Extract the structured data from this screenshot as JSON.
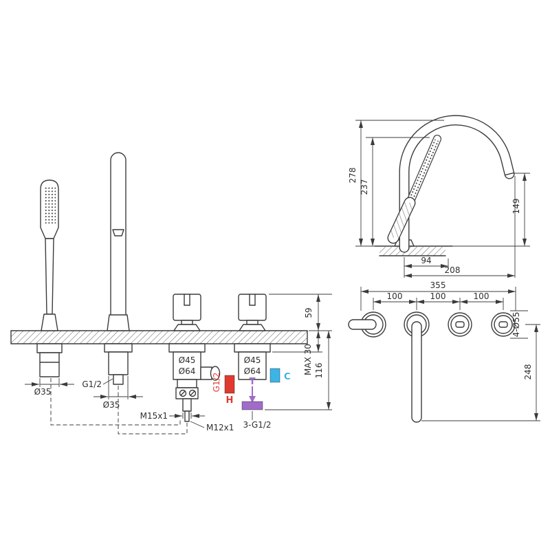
{
  "colors": {
    "hot": "#e03a30",
    "cold": "#3cb4e5",
    "tub": "#a06cc8",
    "line": "#3b3b3b"
  },
  "front_view": {
    "handset_diameter": "Ø35",
    "spout_thread": "G1/2",
    "spout_diameter": "Ø35",
    "valve_body_diameter": "Ø45",
    "valve_escutcheon_diameter": "Ø64",
    "hose_thread": "M15x1",
    "pipe_thread": "M12x1",
    "diverter_body_diameter": "Ø45",
    "diverter_escutcheon_diameter": "Ø64",
    "hot_inlet_thread": "G1/2",
    "hot_label": "H",
    "tub_label": "T",
    "cold_label": "C",
    "inlet_note": "3-G1/2",
    "handle_height": "59",
    "deck_thickness": "MAX 30",
    "under_deck_depth": "116"
  },
  "side_view": {
    "spout_total_height": "278",
    "handset_top_height": "237",
    "outlet_height": "149",
    "base_offset": "94",
    "spout_reach": "208"
  },
  "plan_view": {
    "overall_width": "355",
    "spacings": [
      "100",
      "100",
      "100"
    ],
    "holes_note": "4-Ø55",
    "spout_projection": "248"
  }
}
